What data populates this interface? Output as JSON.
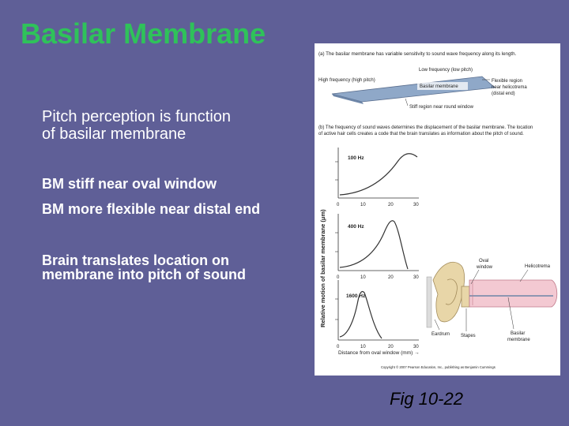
{
  "slide": {
    "title": "Basilar Membrane",
    "pitch_text": "Pitch perception is function of basilar membrane",
    "bullets": [
      "BM stiff near oval window",
      "BM more flexible near distal end",
      "Brain translates location on membrane into pitch of sound"
    ],
    "caption": "Fig 10-22"
  },
  "figure": {
    "part_a": {
      "caption": "(a) The basilar membrane has variable sensitivity to sound wave frequency along its length.",
      "labels": {
        "low_frequency": "Low frequency (low pitch)",
        "high_frequency": "High frequency (high pitch)",
        "basilar_membrane": "Basilar membrane",
        "flexible_region_1": "Flexible region",
        "flexible_region_2": "near helicotrema",
        "flexible_region_3": "(distal end)",
        "stiff_region": "Stiff region near round window"
      }
    },
    "part_b": {
      "caption_1": "(b) The frequency of sound waves determines the displacement of the basilar membrane. The location",
      "caption_2": "of active hair cells creates a code that the brain translates as information about the pitch of sound.",
      "y_axis_label": "Relative motion of basilar membrane (μm)",
      "x_axis_label": "Distance from oval window (mm) →",
      "graphs": [
        {
          "label": "100 Hz",
          "ticks": [
            "0",
            "10",
            "20",
            "30"
          ]
        },
        {
          "label": "400 Hz",
          "ticks": [
            "0",
            "10",
            "20",
            "30"
          ]
        },
        {
          "label": "1600 Hz",
          "ticks": [
            "0",
            "10",
            "20",
            "30"
          ]
        }
      ],
      "cochlea_labels": {
        "oval_window_1": "Oval",
        "oval_window_2": "window",
        "helicotrema": "Helicotrema",
        "eardrum": "Eardrum",
        "stapes": "Stapes",
        "basilar_membrane_1": "Basilar",
        "basilar_membrane_2": "membrane"
      }
    },
    "copyright": "Copyright © 2007 Pearson Education, Inc., publishing as Benjamin Cummings"
  },
  "colors": {
    "background": "#5f5f97",
    "title": "#2fc25a",
    "body_text": "#ffffff",
    "membrane": "#8fa8c8",
    "cochlea_tube": "#f3c9d2",
    "bone": "#e8d6a8"
  }
}
